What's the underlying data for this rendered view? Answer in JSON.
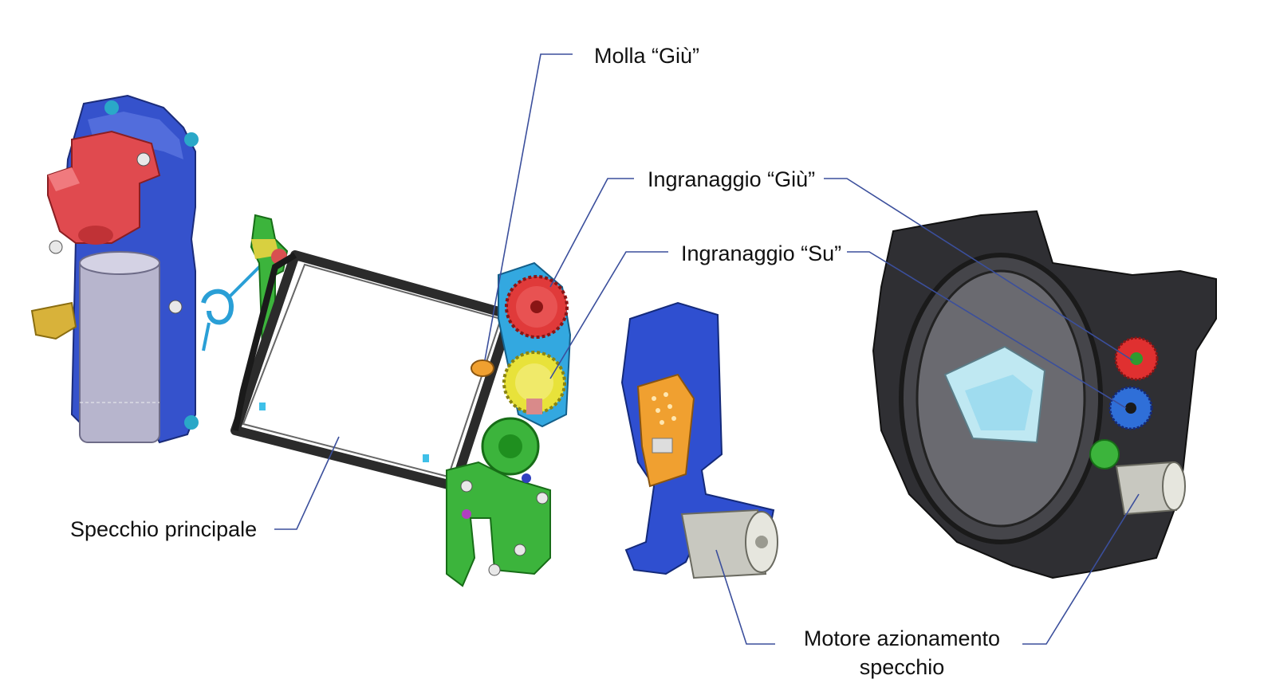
{
  "labels": {
    "molla_giu": "Molla “Giù”",
    "ingranaggio_giu": "Ingranaggio “Giù”",
    "ingranaggio_su": "Ingranaggio “Su”",
    "specchio_principale": "Specchio principale",
    "motore_line1": "Motore azionamento",
    "motore_line2": "specchio"
  },
  "colors": {
    "leader_line": "#3b4f9c",
    "part_blue": "#2f4fd0",
    "part_red": "#e0454a",
    "part_green": "#3bb33b",
    "part_yellow": "#e8e23a",
    "part_orange": "#f0a030",
    "part_cyan": "#3aa8e0",
    "part_dark": "#2a2a2a",
    "motor_gray": "#b8b8c8"
  }
}
